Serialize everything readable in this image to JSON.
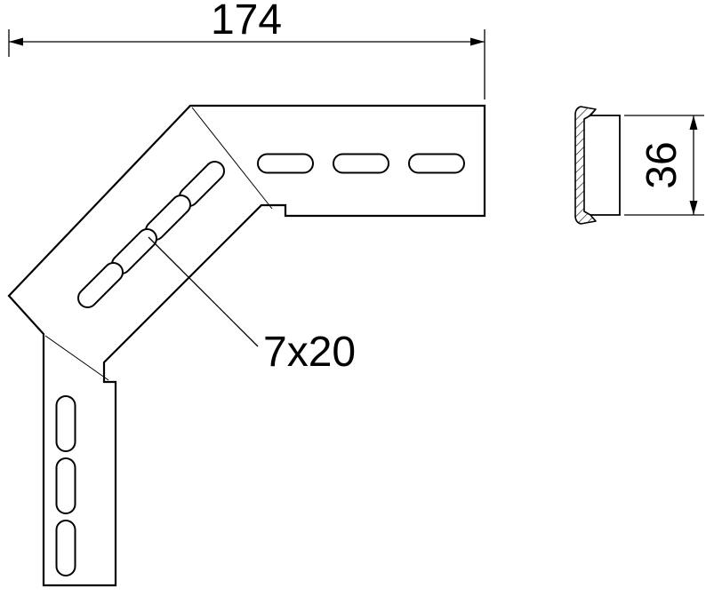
{
  "colors": {
    "ink": "#000000",
    "background": "#ffffff"
  },
  "dimensions": {
    "overall_width": "174",
    "profile_height": "36",
    "slot_size": "7x20"
  }
}
